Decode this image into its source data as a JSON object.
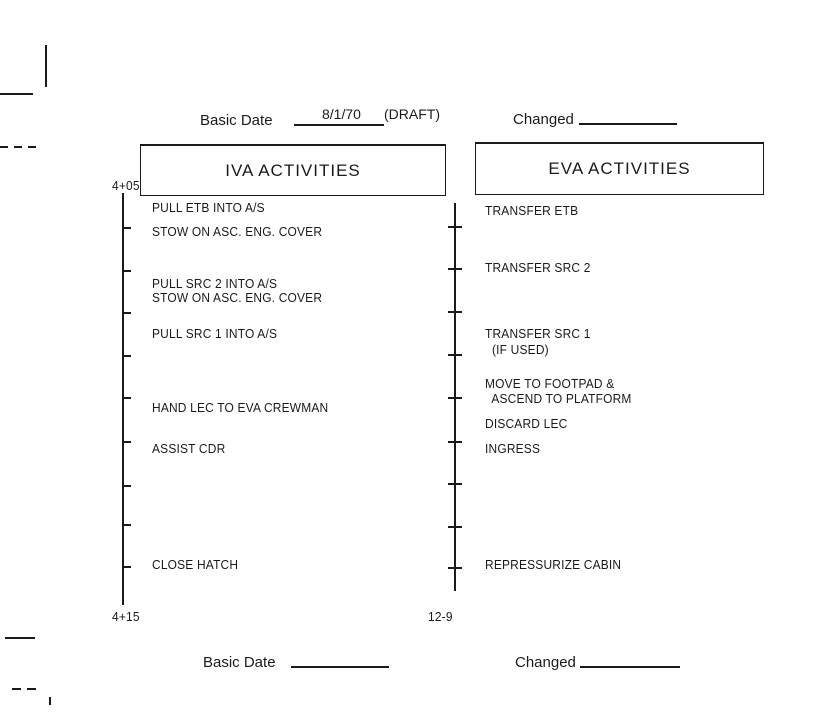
{
  "header": {
    "basic_date_label": "Basic Date",
    "basic_date_value": "8/1/70",
    "draft_note": "(DRAFT)",
    "changed_label": "Changed"
  },
  "columns": {
    "iva_title": "IVA ACTIVITIES",
    "eva_title": "EVA ACTIVITIES"
  },
  "time_start": "4+05",
  "time_end": "4+15",
  "page_number": "12-9",
  "iva_items": [
    "PULL ETB INTO A/S",
    "STOW ON ASC. ENG. COVER",
    "PULL SRC 2 INTO A/S\nSTOW ON ASC. ENG. COVER",
    "PULL SRC 1 INTO A/S",
    "HAND LEC TO EVA CREWMAN",
    "ASSIST CDR",
    "CLOSE HATCH"
  ],
  "eva_items": [
    "TRANSFER ETB",
    "TRANSFER SRC 2",
    "TRANSFER SRC 1\n  (IF USED)",
    "MOVE TO FOOTPAD &\n  ASCEND TO PLATFORM",
    "DISCARD LEC",
    "INGRESS",
    "REPRESSURIZE CABIN"
  ],
  "footer": {
    "basic_date_label": "Basic Date",
    "changed_label": "Changed"
  }
}
